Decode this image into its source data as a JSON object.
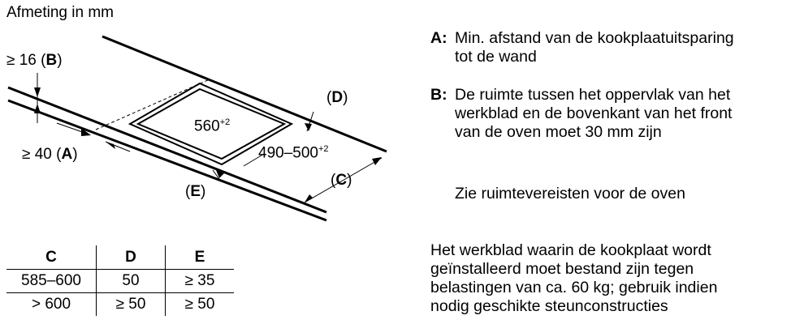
{
  "title": "Afmeting in mm",
  "labels": {
    "b_prefix": "≥ 16 (",
    "b_letter": "B",
    "close": ")",
    "a_prefix": "≥ 40 (",
    "a_letter": "A",
    "d_open": "(",
    "d_letter": "D",
    "c_letter": "C",
    "e_letter": "E",
    "width_value": "560",
    "width_sup": "+2",
    "depth_value": "490–500",
    "depth_sup": "+2"
  },
  "notes": {
    "a_key": "A:",
    "a_line1": "Min. afstand van de kookplaatuitsparing",
    "a_line2": "tot de wand",
    "b_key": "B:",
    "b_line1": "De ruimte tussen het oppervlak van het",
    "b_line2": "werkblad en de bovenkant van het front",
    "b_line3": "van de oven moet 30 mm zijn",
    "c_note": "Zie ruimtevereisten voor de oven",
    "e_line1": "Het werkblad waarin de kookplaat wordt",
    "e_line2": "geïnstalleerd moet bestand zijn tegen",
    "e_line3": "belastingen van ca. 60 kg; gebruik indien",
    "e_line4": "nodig geschikte steunconstructies"
  },
  "table": {
    "headers": [
      "C",
      "D",
      "E"
    ],
    "rows": [
      [
        "585–600",
        "50",
        "≥ 35"
      ],
      [
        "> 600",
        "≥ 50",
        "≥ 50"
      ]
    ]
  }
}
